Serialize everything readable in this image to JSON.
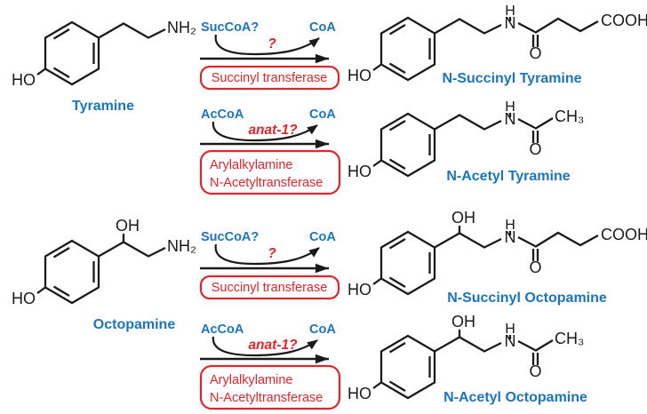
{
  "colors": {
    "blue": "#1B75BC",
    "red": "#E2252B",
    "black": "#1A1A1A"
  },
  "atoms": {
    "ho": "HO",
    "oh": "OH",
    "nh2": "NH₂",
    "n": "N",
    "h": "H",
    "o": "O",
    "cooh": "COOH",
    "ch3": "CH₃"
  },
  "molecules": {
    "tyramine": {
      "label": "Tyramine"
    },
    "n_succinyl_tyramine": {
      "label": "N-Succinyl Tyramine"
    },
    "n_acetyl_tyramine": {
      "label": "N-Acetyl Tyramine"
    },
    "octopamine": {
      "label": "Octopamine"
    },
    "n_succinyl_octopamine": {
      "label": "N-Succinyl Octopamine"
    },
    "n_acetyl_octopamine": {
      "label": "N-Acetyl Octopamine"
    }
  },
  "reactions": {
    "succinyl": {
      "cofactor_in": "SucCoA?",
      "cofactor_out": "CoA",
      "query": "?",
      "enzyme": "Succinyl transferase"
    },
    "acetyl": {
      "cofactor_in": "AcCoA",
      "cofactor_out": "CoA",
      "query": "anat-1?",
      "enzyme_line1": "Arylalkylamine",
      "enzyme_line2": "N-Acetyltransferase"
    }
  }
}
